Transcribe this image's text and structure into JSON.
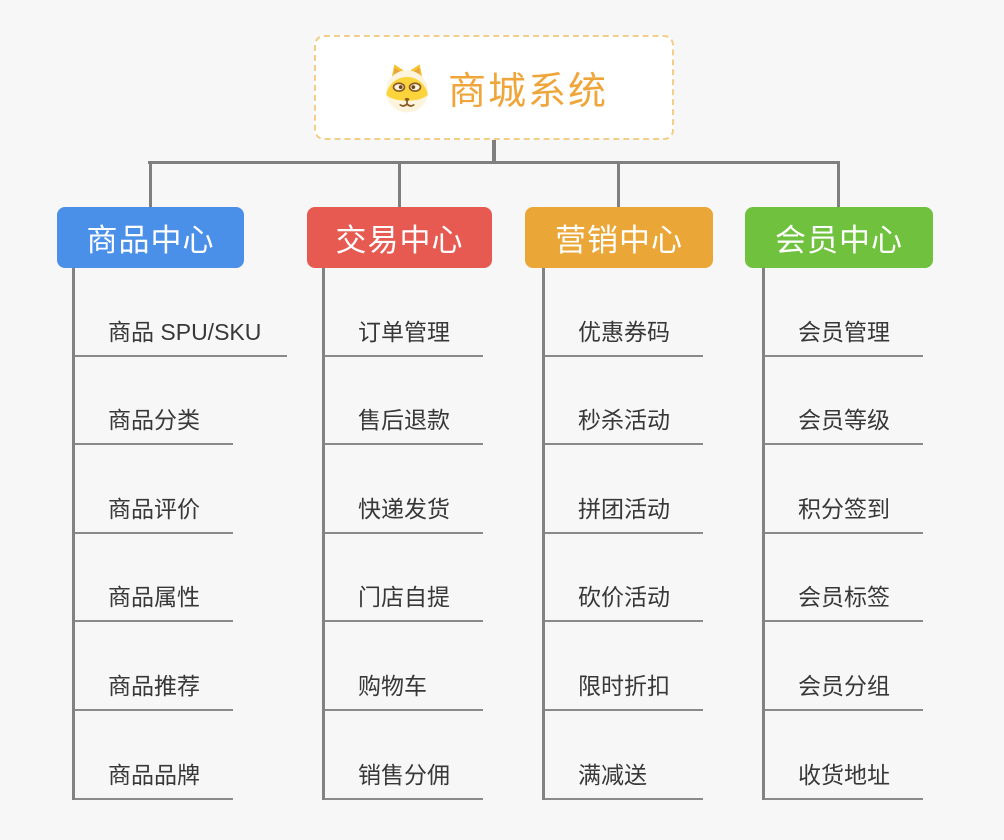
{
  "page": {
    "background": "#f7f7f7",
    "connector_color": "#7f7f7f"
  },
  "root": {
    "title": "商城系统",
    "icon": "dog-face-icon",
    "text_color": "#f0a53a",
    "border_color": "#f3cd8a"
  },
  "branches": [
    {
      "label": "商品中心",
      "color": "#4a8fe8",
      "children": [
        "商品 SPU/SKU",
        "商品分类",
        "商品评价",
        "商品属性",
        "商品推荐",
        "商品品牌"
      ]
    },
    {
      "label": "交易中心",
      "color": "#e65a52",
      "children": [
        "订单管理",
        "售后退款",
        "快递发货",
        "门店自提",
        "购物车",
        "销售分佣"
      ]
    },
    {
      "label": "营销中心",
      "color": "#eaa738",
      "children": [
        "优惠券码",
        "秒杀活动",
        "拼团活动",
        "砍价活动",
        "限时折扣",
        "满减送"
      ]
    },
    {
      "label": "会员中心",
      "color": "#6fc13e",
      "children": [
        "会员管理",
        "会员等级",
        "积分签到",
        "会员标签",
        "会员分组",
        "收货地址"
      ]
    }
  ]
}
